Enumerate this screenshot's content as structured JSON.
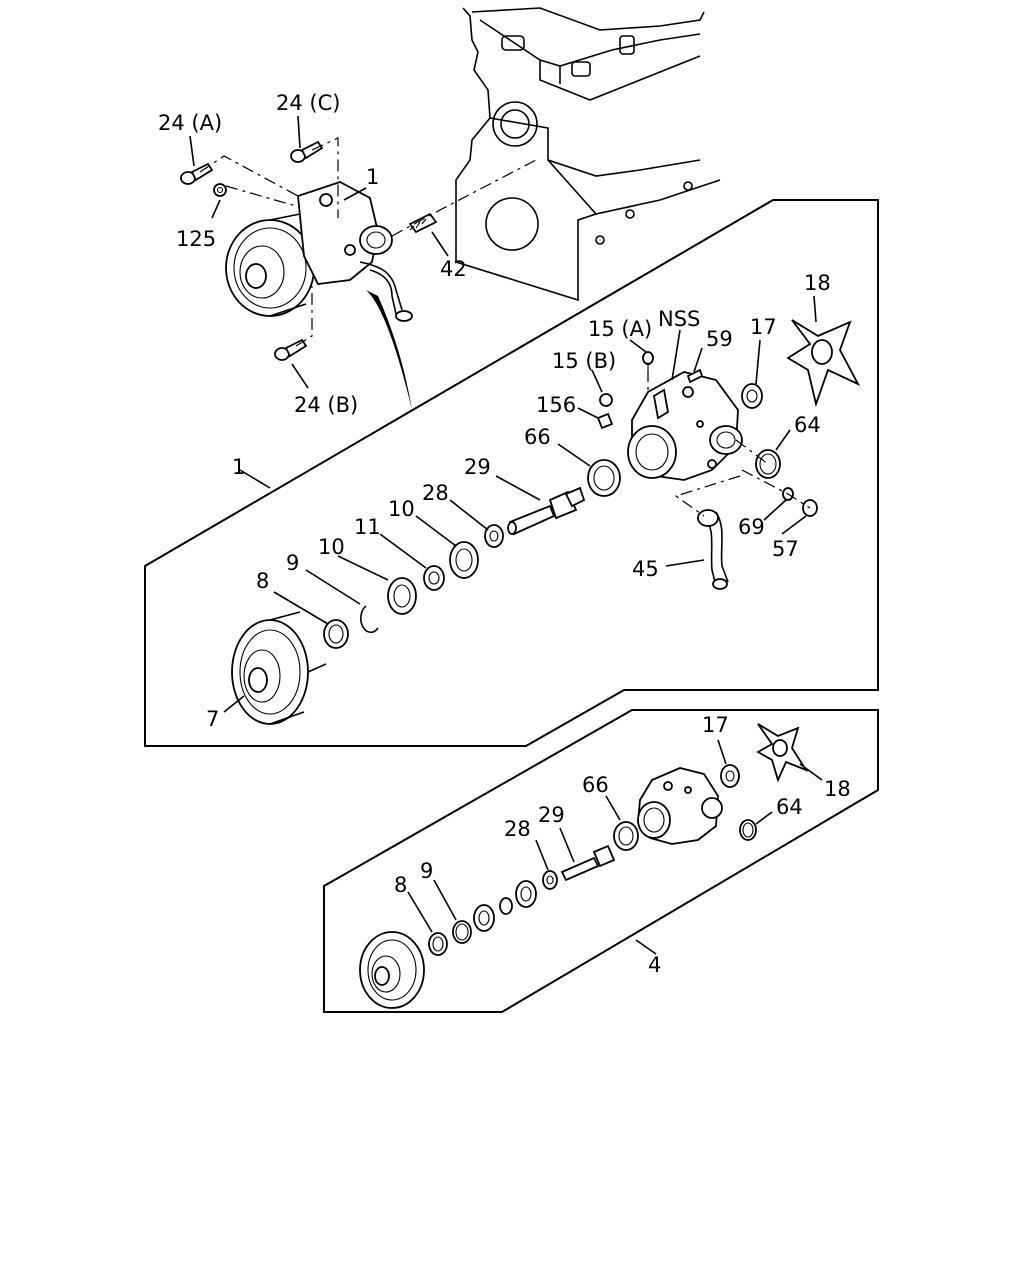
{
  "callouts": {
    "top": {
      "c24a": "24 (A)",
      "c24c": "24 (C)",
      "c1": "1",
      "c125": "125",
      "c42": "42",
      "c24b": "24 (B)"
    },
    "kit1": {
      "kit_number": "1",
      "c18": "18",
      "cNSS": "NSS",
      "c15a": "15 (A)",
      "c59": "59",
      "c17": "17",
      "c15b": "15 (B)",
      "c156": "156",
      "c64": "64",
      "c66": "66",
      "c29": "29",
      "c28": "28",
      "c69": "69",
      "c57": "57",
      "c10a": "10",
      "c11": "11",
      "c10b": "10",
      "c9": "9",
      "c8": "8",
      "c45": "45",
      "c7": "7"
    },
    "kit4": {
      "kit_number": "4",
      "c17": "17",
      "c18": "18",
      "c66": "66",
      "c64": "64",
      "c28": "28",
      "c29": "29",
      "c8": "8",
      "c9": "9"
    }
  }
}
